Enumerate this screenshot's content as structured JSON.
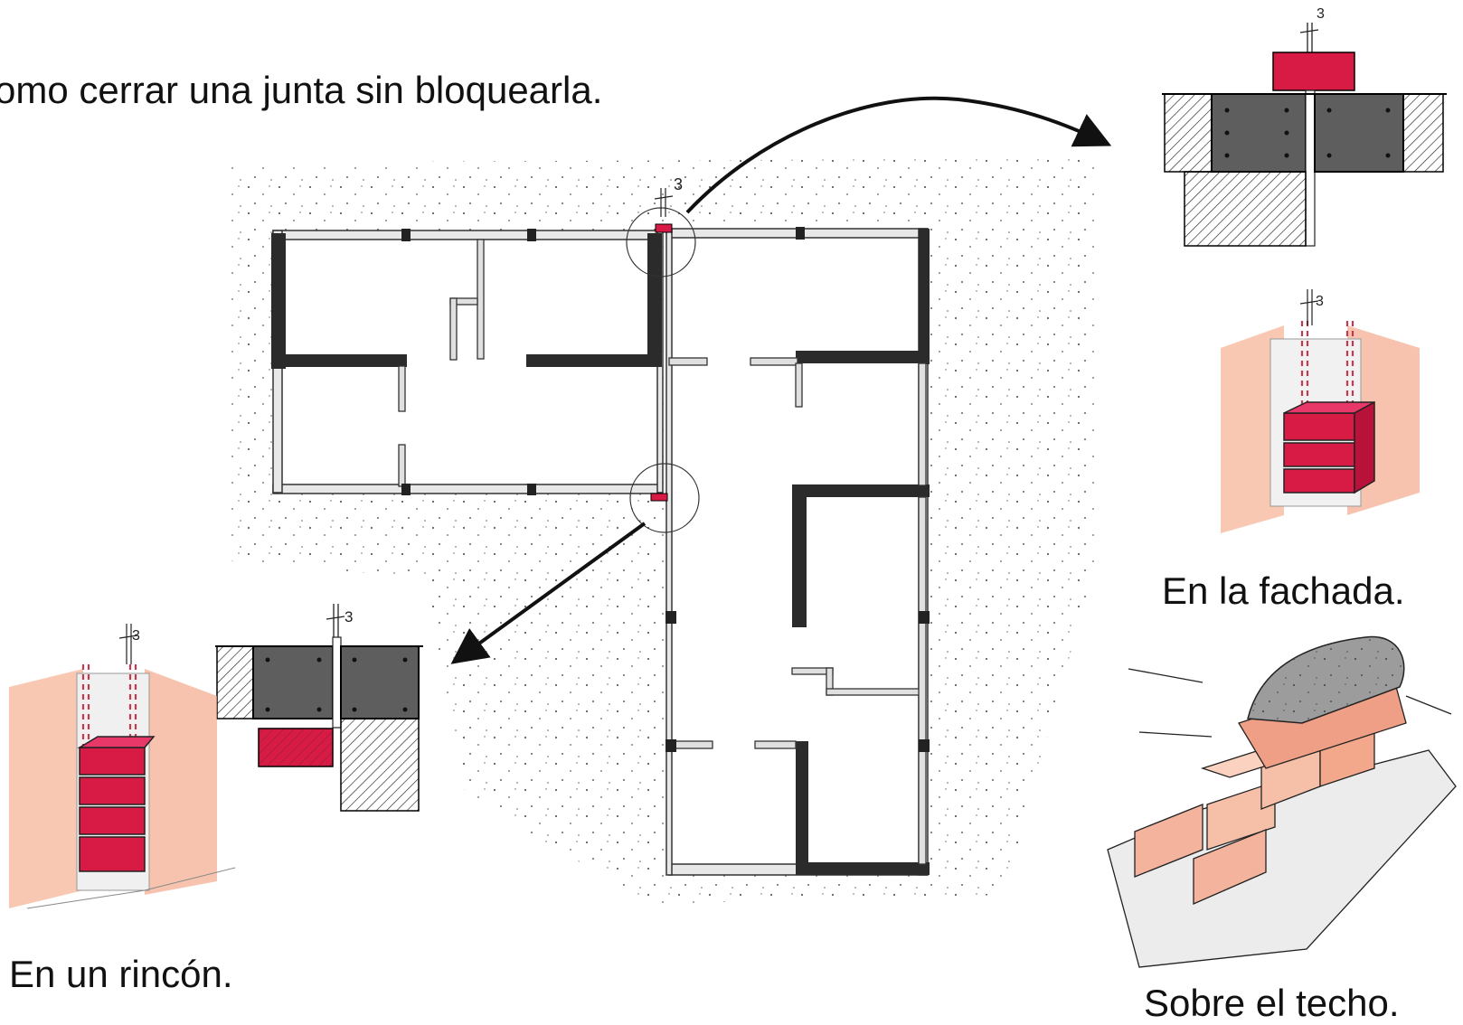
{
  "title": "omo cerrar una junta sin bloquearla.",
  "captions": {
    "fachada": "En la fachada.",
    "rincon": "En un rincón.",
    "techo": "Sobre el techo."
  },
  "dimension_label": "3",
  "colors": {
    "seal_red": "#d81b45",
    "concrete_gray": "#5a5a5a",
    "wall_dark": "#2b2b2b",
    "brick_orange": "#f2a888",
    "ink": "#111111"
  }
}
